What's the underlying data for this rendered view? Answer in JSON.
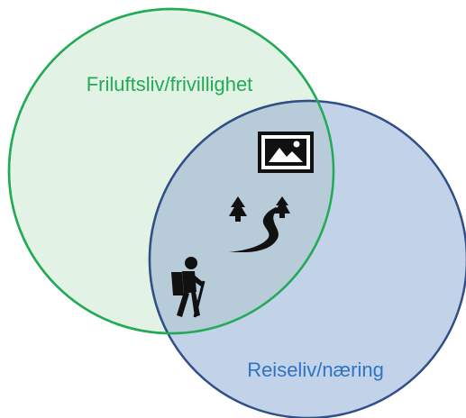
{
  "diagram": {
    "type": "venn",
    "sets": [
      {
        "label": "Friluftsliv/frivillighet",
        "fill": "#e2f3e6",
        "stroke": "#22aa55",
        "label_color": "#22aa55"
      },
      {
        "label": "Reiseliv/næring",
        "fill": "#a8bfe0",
        "stroke": "#2f4f86",
        "label_color": "#2e74c0"
      }
    ],
    "overlap_color": "#b8cbd9",
    "icons": [
      {
        "name": "landscape-picture-icon"
      },
      {
        "name": "trail-with-trees-icon"
      },
      {
        "name": "hiker-icon"
      }
    ]
  }
}
